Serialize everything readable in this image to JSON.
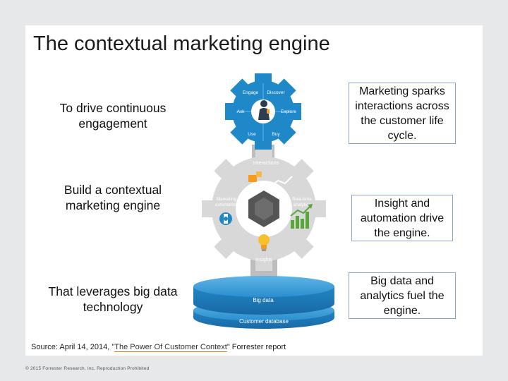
{
  "title": "The contextual marketing engine",
  "left": {
    "row1": "To drive continuous engagement",
    "row2": "Build a contextual marketing engine",
    "row3": "That leverages big data technology"
  },
  "right": {
    "box1": "Marketing sparks interactions across the customer life cycle.",
    "box2": "Insight and automation drive the engine.",
    "box3": "Big data and analytics fuel the engine."
  },
  "diagram": {
    "top_gear": {
      "engage": "Engage",
      "discover": "Discover",
      "ask": "Ask",
      "explore": "Explore",
      "use": "Use",
      "buy": "Buy"
    },
    "big_gear": {
      "interactions": "Interactions",
      "marketing_automation_1": "Marketing",
      "marketing_automation_2": "automation",
      "realtime_1": "Real-time",
      "realtime_2": "analytics",
      "insights": "Insights"
    },
    "cylinders": {
      "big_data": "Big data",
      "customer_database": "Customer database"
    }
  },
  "source": {
    "prefix": "Source: April 14, 2014, \"",
    "link": "The Power Of Customer Context",
    "suffix": "\" Forrester report"
  },
  "copyright": "© 2015 Forrester Research, Inc. Reproduction Prohibited",
  "colors": {
    "gear_blue": "#1e88c9",
    "gear_gray": "#d6d6d6",
    "hex_dark": "#555555",
    "disk_blue": "#2a8fd0",
    "accent_orange": "#f39c1f",
    "accent_green": "#5aa53c",
    "box_border": "#8aa6c4"
  }
}
